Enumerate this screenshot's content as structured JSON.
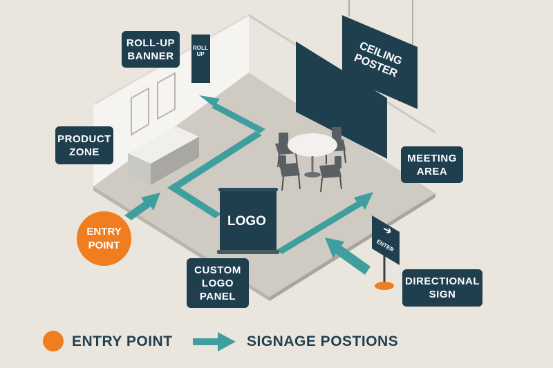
{
  "labels": {
    "roll_up_banner": "ROLL-UP\nBANNER",
    "product_zone": "PRODUCT\nZONE",
    "ceiling_poster": "CEILING\nPOSTER",
    "meeting_area": "MEETING\nAREA",
    "custom_logo_panel": "CUSTOM\nLOGO\nPANEL",
    "directional_sign": "DIRECTIONAL\nSIGN",
    "entry_point": "ENTRY\nPOINT"
  },
  "props": {
    "roll_up_text": "ROLL\nUP",
    "logo_text": "LOGO",
    "enter_text": "ENTER",
    "enter_arrow": "➔"
  },
  "legend": {
    "entry_point": "ENTRY POINT",
    "signage_positions": "SIGNAGE POSTIONS"
  },
  "colors": {
    "background": "#ebe6dd",
    "navy": "#1f3f4f",
    "teal": "#3f9e9e",
    "orange": "#f07d1f",
    "floor": "#cfcbc2",
    "wall": "#f5f4f1"
  }
}
